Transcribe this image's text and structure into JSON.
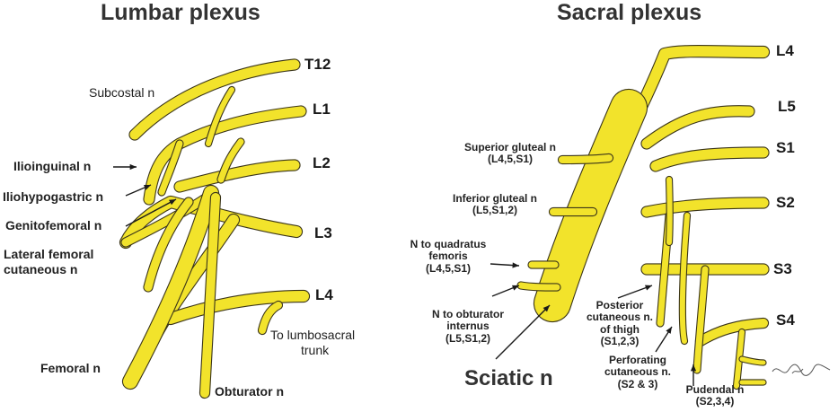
{
  "lumbar": {
    "title": "Lumbar plexus",
    "roots": {
      "t12": "T12",
      "l1": "L1",
      "l2": "L2",
      "l3": "L3",
      "l4": "L4"
    },
    "labels": {
      "subcostal": "Subcostal n",
      "ilioinguinal": "Ilioinguinal n",
      "iliohypogastric": "Iliohypogastric n",
      "genitofemoral": "Genitofemoral n",
      "lateral_femoral_1": "Lateral femoral",
      "lateral_femoral_2": "cutaneous n",
      "to_lumbosacral_1": "To lumbosacral",
      "to_lumbosacral_2": "trunk",
      "femoral": "Femoral n",
      "obturator": "Obturator n"
    }
  },
  "sacral": {
    "title": "Sacral plexus",
    "roots": {
      "l4": "L4",
      "l5": "L5",
      "s1": "S1",
      "s2": "S2",
      "s3": "S3",
      "s4": "S4"
    },
    "labels": {
      "superior_gluteal_1": "Superior gluteal n",
      "superior_gluteal_2": "(L4,5,S1)",
      "inferior_gluteal_1": "Inferior gluteal n",
      "inferior_gluteal_2": "(L5,S1,2)",
      "quadratus_1": "N to quadratus",
      "quadratus_2": "femoris",
      "quadratus_3": "(L4,5,S1)",
      "obturator_internus_1": "N to obturator",
      "obturator_internus_2": "internus",
      "obturator_internus_3": "(L5,S1,2)",
      "sciatic": "Sciatic n",
      "posterior_cutaneous_1": "Posterior",
      "posterior_cutaneous_2": "cutaneous n.",
      "posterior_cutaneous_3": "of thigh",
      "posterior_cutaneous_4": "(S1,2,3)",
      "perforating_1": "Perforating",
      "perforating_2": "cutaneous n.",
      "perforating_3": "(S2 & 3)",
      "pudendal_1": "Pudendal n",
      "pudendal_2": "(S2,3,4)"
    }
  },
  "colors": {
    "nerve_fill": "#f2e32b",
    "nerve_outline": "#3a3418",
    "text": "#1a1a1a"
  }
}
